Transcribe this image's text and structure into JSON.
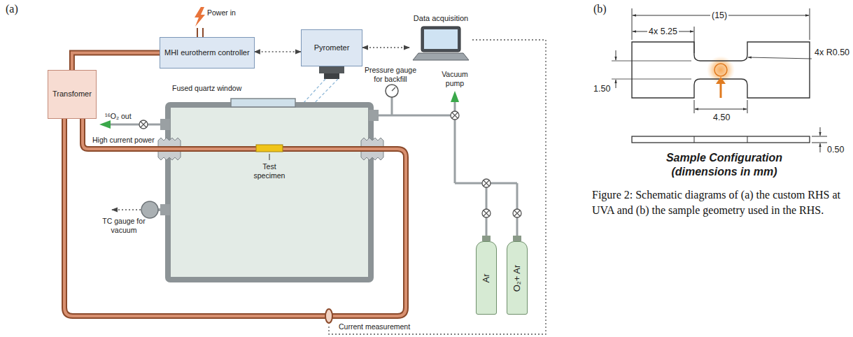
{
  "diagram": {
    "caption": "Figure 2: Schematic diagrams of (a) the custom RHS at UVA and (b) the sample geometry used in the RHS.",
    "nodes": [
      {
        "text": [
          "MHI eurotherm controller"
        ]
      },
      {
        "text": [
          "Pyrometer"
        ]
      },
      {
        "text": [
          "Data acquisition"
        ]
      },
      {
        "text": [
          "Transfomer"
        ]
      },
      {
        "text": [
          "Ar"
        ]
      },
      {
        "text": [
          "O₂+ Ar"
        ]
      }
    ],
    "edges": [
      {
        "from": 0,
        "to": 1,
        "arrow": "both"
      },
      {
        "from": 1,
        "to": 2,
        "arrow": "both"
      },
      {
        "from": 3,
        "to": 0,
        "arrow": "none"
      }
    ],
    "labels": [
      "(a)",
      "Power in",
      "Fused quartz window",
      "Pressure gauge for backfill",
      "Vacuum pump",
      "¹⁶O₂ out",
      "High current power",
      "Test specimen",
      "TC gauge for vacuum",
      "Current measurement",
      "(b)",
      "(15)",
      "4x 5.25",
      "1.50",
      "4x R0.50",
      "4.50",
      "0.50",
      "Sample Configuration (dimensions in mm)"
    ]
  }
}
